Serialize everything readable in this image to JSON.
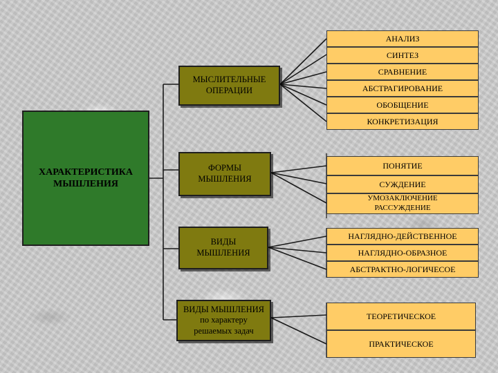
{
  "main": {
    "label_line1": "ХАРАКТЕРИСТИКА",
    "label_line2": "МЫШЛЕНИЯ"
  },
  "categories": [
    {
      "line1": "МЫСЛИТЕЛЬНЫЕ",
      "line2": "ОПЕРАЦИИ",
      "line3": ""
    },
    {
      "line1": "ФОРМЫ",
      "line2": "МЫШЛЕНИЯ",
      "line3": ""
    },
    {
      "line1": "ВИДЫ",
      "line2": "МЫШЛЕНИЯ",
      "line3": ""
    },
    {
      "line1": "ВИДЫ МЫШЛЕНИЯ",
      "line2": "по характеру",
      "line3": "решаемых задач"
    }
  ],
  "items": [
    "АНАЛИЗ",
    "СИНТЕЗ",
    "СРАВНЕНИЕ",
    "АБСТРАГИРОВАНИЕ",
    "ОБОБЩЕНИЕ",
    "КОНКРЕТИЗАЦИЯ",
    "ПОНЯТИЕ",
    "СУЖДЕНИЕ",
    "УМОЗАКЛЮЧЕНИЕ",
    "РАССУЖДЕНИЕ",
    "НАГЛЯДНО-ДЕЙСТВЕННОЕ",
    "НАГЛЯДНО-ОБРАЗНОЕ",
    "АБСТРАКТНО-ЛОГИЧЕСОЕ",
    "ТЕОРЕТИЧЕСКОЕ",
    "ПРАКТИЧЕСКОЕ"
  ],
  "colors": {
    "main_box": "#2f7a2a",
    "category_box": "#7f7a10",
    "item_box": "#ffcc66",
    "line": "#1a1a1a"
  }
}
